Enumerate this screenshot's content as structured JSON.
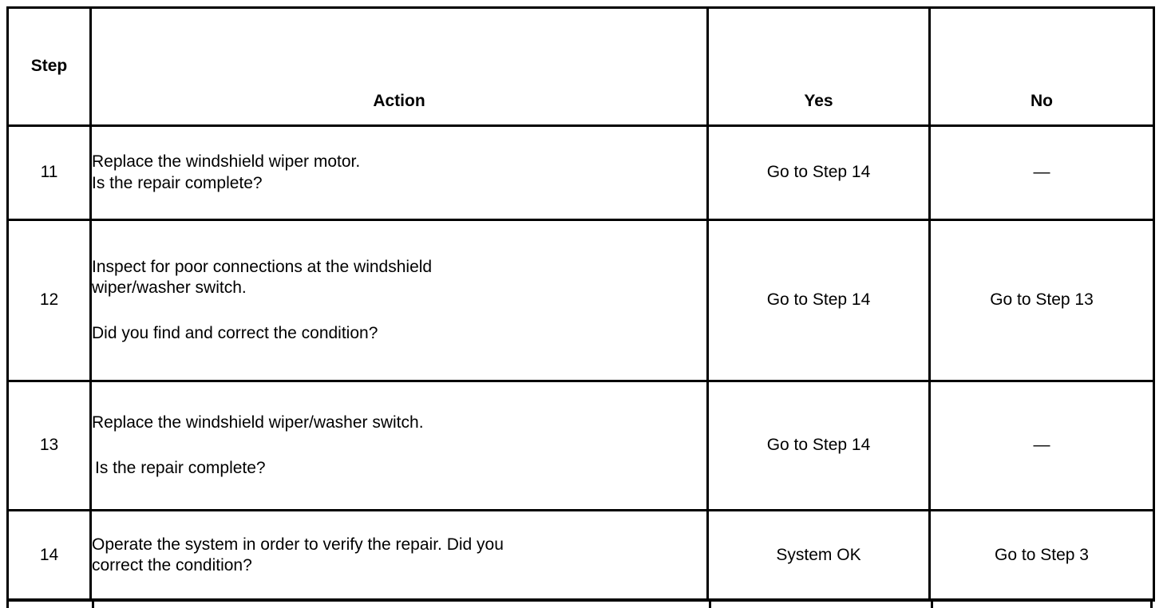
{
  "table": {
    "headers": {
      "step": "Step",
      "step_line1": "St",
      "step_line2": "ep",
      "action": "Action",
      "yes": "Yes",
      "no": "No"
    },
    "rows": [
      {
        "step": "11",
        "action_lines": [
          "Replace the windshield wiper motor.",
          "Is the repair complete?"
        ],
        "yes": "Go to Step 14",
        "no": "—"
      },
      {
        "step": "12",
        "action_lines": [
          "Inspect for poor connections at the windshield",
          "wiper/washer switch.",
          "Did you find and correct the condition?"
        ],
        "yes": "Go to Step 14",
        "no": "Go to Step 13"
      },
      {
        "step": "13",
        "action_lines": [
          "Replace the windshield wiper/washer switch.",
          "Is the repair complete?"
        ],
        "yes": "Go to Step 14",
        "no": "—"
      },
      {
        "step": "14",
        "action_lines": [
          "Operate the system in order to verify the repair. Did you",
          "correct the condition?"
        ],
        "yes": "System OK",
        "no": "Go to Step 3"
      }
    ]
  },
  "colors": {
    "border": "#000000",
    "text": "#000000",
    "background": "#ffffff"
  }
}
